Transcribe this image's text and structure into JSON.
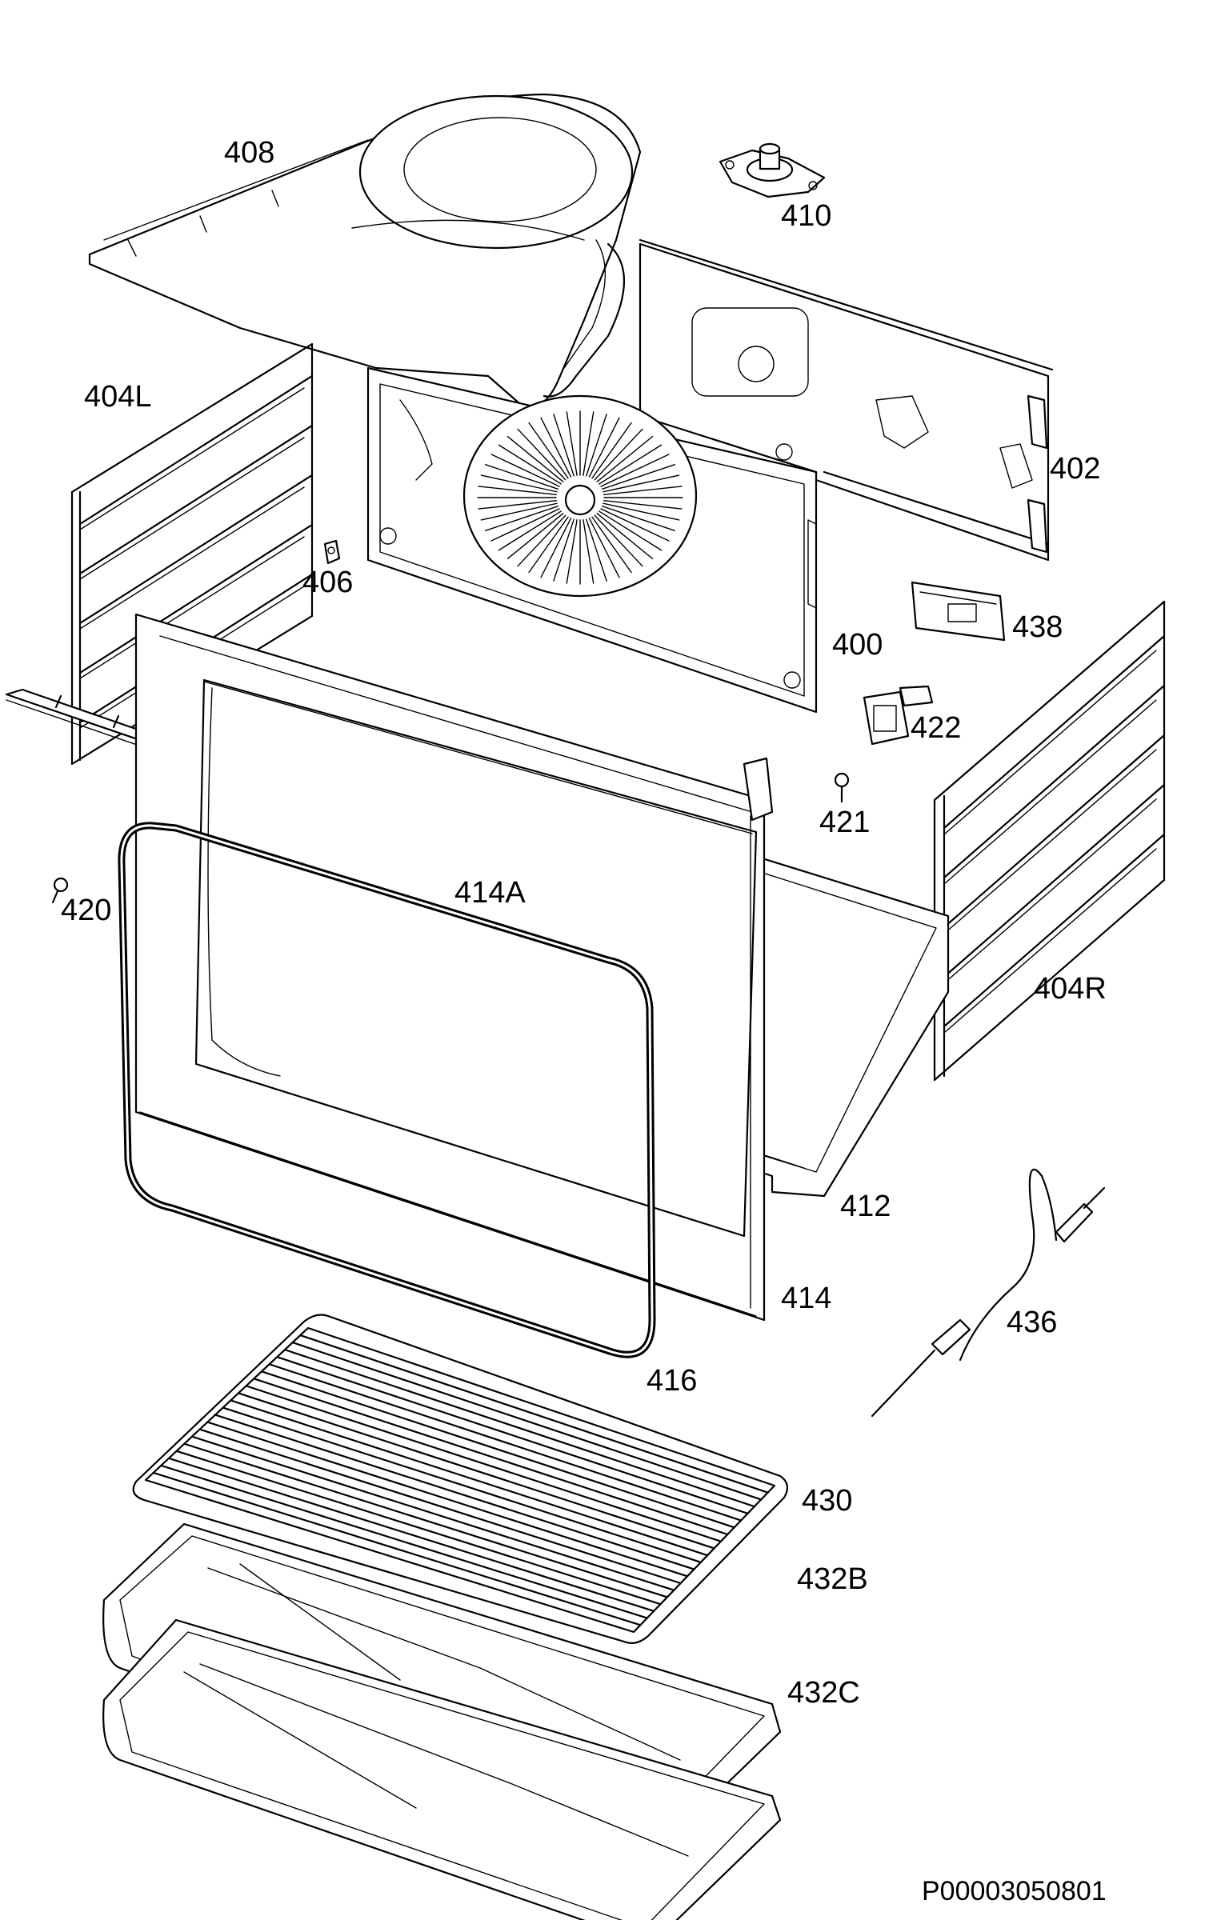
{
  "document_number": "P00003050801",
  "callouts": [
    {
      "id": "408",
      "text": "408"
    },
    {
      "id": "410",
      "text": "410"
    },
    {
      "id": "404L",
      "text": "404L"
    },
    {
      "id": "402",
      "text": "402"
    },
    {
      "id": "406",
      "text": "406"
    },
    {
      "id": "438",
      "text": "438"
    },
    {
      "id": "400",
      "text": "400"
    },
    {
      "id": "422",
      "text": "422"
    },
    {
      "id": "421",
      "text": "421"
    },
    {
      "id": "414A",
      "text": "414A"
    },
    {
      "id": "420",
      "text": "420"
    },
    {
      "id": "404R",
      "text": "404R"
    },
    {
      "id": "412",
      "text": "412"
    },
    {
      "id": "414",
      "text": "414"
    },
    {
      "id": "436",
      "text": "436"
    },
    {
      "id": "416",
      "text": "416"
    },
    {
      "id": "430",
      "text": "430"
    },
    {
      "id": "432B",
      "text": "432B"
    },
    {
      "id": "432C",
      "text": "432C"
    }
  ]
}
